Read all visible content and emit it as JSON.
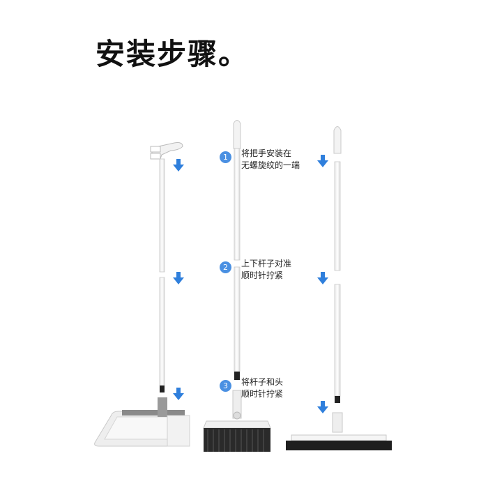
{
  "title": "安装步骤。",
  "steps": [
    {
      "num": "1",
      "line1": "将把手安装在",
      "line2": "无螺旋纹的一端"
    },
    {
      "num": "2",
      "line1": "上下杆子对准",
      "line2": "顺时针拧紧"
    },
    {
      "num": "3",
      "line1": "将杆子和头",
      "line2": "顺时针拧紧"
    }
  ],
  "colors": {
    "arrow": "#2f7fdc",
    "badge": "#4a90e2",
    "bristle": "#222222"
  },
  "icons": [
    "down-arrow-icon",
    "dustpan",
    "broom",
    "squeegee"
  ]
}
